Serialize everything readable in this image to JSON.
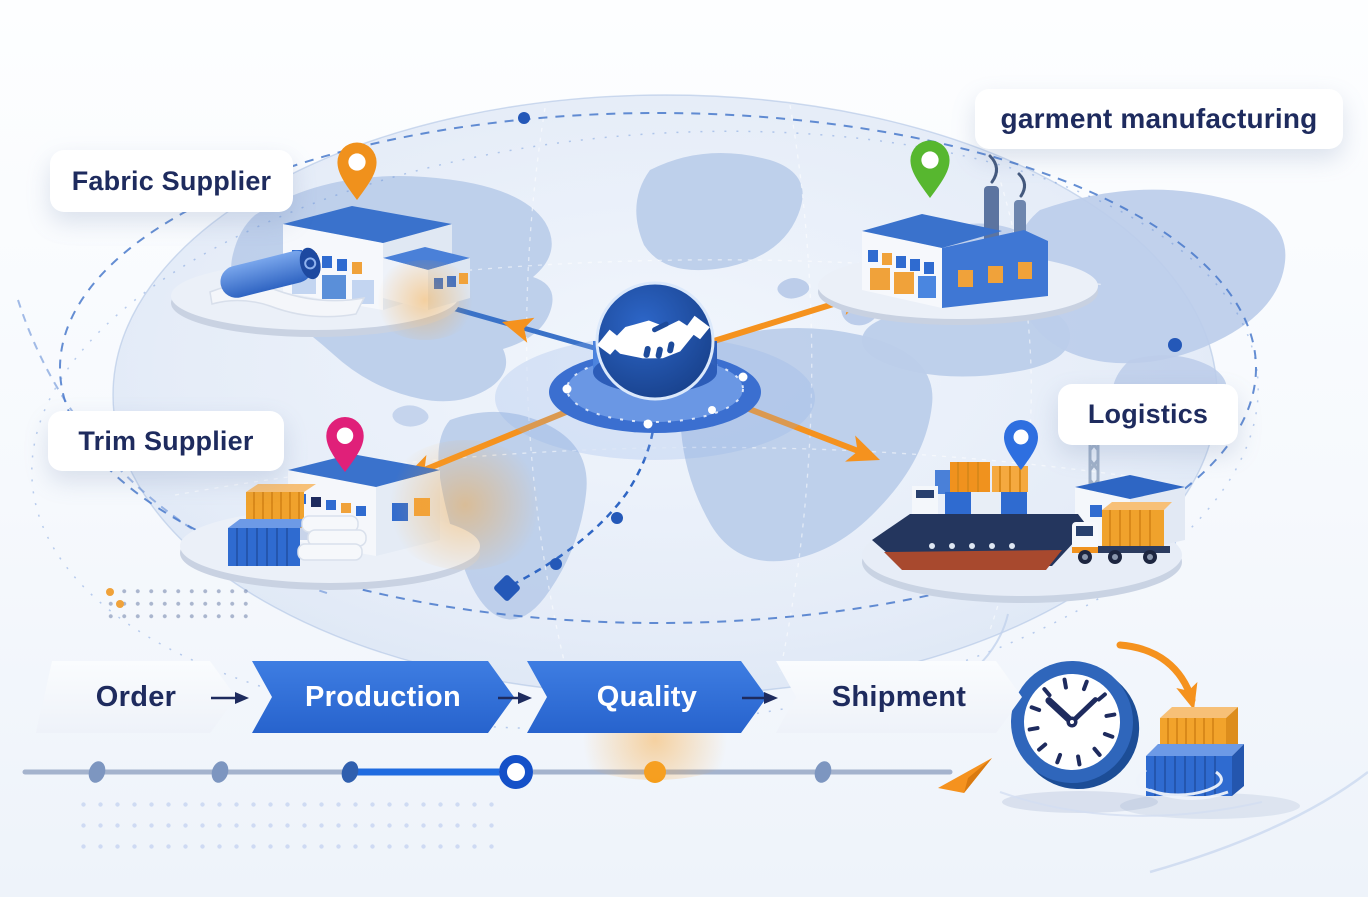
{
  "supply_chain_map": {
    "hubs": [
      {
        "id": "fabric-supplier",
        "label": "Fabric Supplier",
        "pin_color": "#f0911c"
      },
      {
        "id": "garment-manufacturing",
        "label": "garment manufacturing",
        "pin_color": "#57b72f"
      },
      {
        "id": "trim-supplier",
        "label": "Trim Supplier",
        "pin_color": "#e02079"
      },
      {
        "id": "logistics",
        "label": "Logistics",
        "pin_color": "#2e6fe0"
      }
    ],
    "center": {
      "icon": "handshake"
    }
  },
  "process_flow": {
    "steps": [
      {
        "label": "Order",
        "variant": "light"
      },
      {
        "label": "Production",
        "variant": "blue"
      },
      {
        "label": "Quality",
        "variant": "blue"
      },
      {
        "label": "Shipment",
        "variant": "light"
      }
    ]
  },
  "icons": [
    "handshake-icon",
    "location-pin-icon",
    "clock-icon",
    "paper-plane-icon",
    "cargo-ship-icon",
    "truck-icon",
    "factory-icon",
    "warehouse-icon",
    "container-icon",
    "arrow-icon"
  ],
  "palette": {
    "navy_text": "#1e2b5e",
    "process_blue": "#2d68d0",
    "step_light_bg": "#f1f4fa",
    "accent_orange": "#f5921e",
    "connector_blue": "#3a72c8",
    "map_land": "#bccdea",
    "center_circle": "#1d4b9b"
  }
}
